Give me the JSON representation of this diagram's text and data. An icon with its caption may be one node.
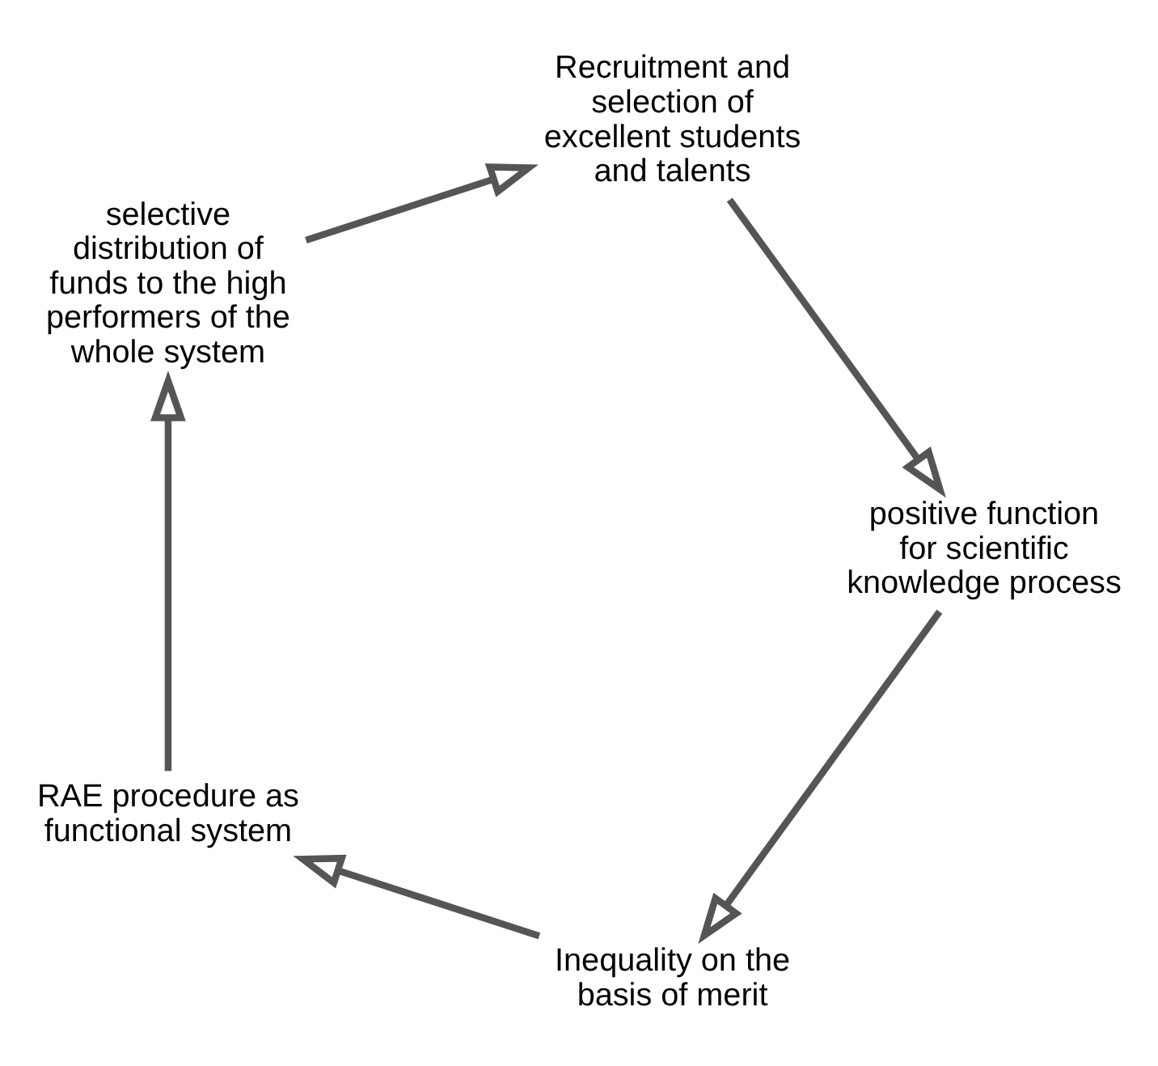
{
  "diagram": {
    "nodes": [
      {
        "text": [
          "Inequality on the basis of merit"
        ]
      },
      {
        "text": [
          "RAE procedure as functional system"
        ]
      },
      {
        "text": [
          "selective distribution of funds to the high performers of the whole system"
        ]
      },
      {
        "text": [
          "Recruitment and selection of excellent students and talents"
        ]
      },
      {
        "text": [
          "positive function for scientific knowledge process"
        ]
      }
    ],
    "edges": [
      {
        "from": 0,
        "to": 1,
        "arrow": "to"
      },
      {
        "from": 1,
        "to": 2,
        "arrow": "to"
      },
      {
        "from": 2,
        "to": 3,
        "arrow": "to"
      },
      {
        "from": 3,
        "to": 4,
        "arrow": "to"
      },
      {
        "from": 4,
        "to": 0,
        "arrow": "to"
      }
    ]
  }
}
